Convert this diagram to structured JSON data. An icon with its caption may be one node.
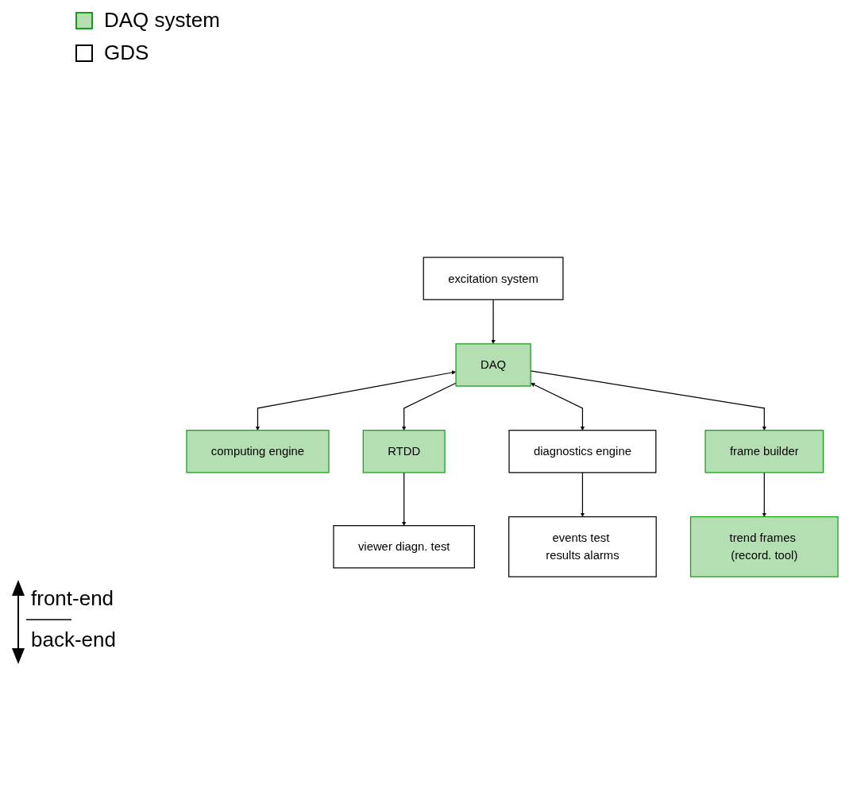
{
  "diagram": {
    "nodes": [
      {
        "text": [
          "excitation system"
        ]
      },
      {
        "text": [
          "DAQ"
        ]
      },
      {
        "text": [
          "computing engine"
        ]
      },
      {
        "text": [
          "RTDD"
        ]
      },
      {
        "text": [
          "diagnostics engine"
        ]
      },
      {
        "text": [
          "frame builder"
        ]
      },
      {
        "text": [
          "viewer diagn. test"
        ]
      },
      {
        "text": [
          "events test results alarms"
        ]
      },
      {
        "text": [
          "trend frames (record. tool)"
        ]
      }
    ],
    "edges": [
      {
        "from": 0,
        "to": 1,
        "arrow": "to"
      },
      {
        "from": 1,
        "to": 2,
        "arrow": "both"
      },
      {
        "from": 1,
        "to": 3,
        "arrow": "to"
      },
      {
        "from": 1,
        "to": 4,
        "arrow": "both"
      },
      {
        "from": 1,
        "to": 5,
        "arrow": "to"
      },
      {
        "from": 3,
        "to": 6,
        "arrow": "to"
      },
      {
        "from": 4,
        "to": 7,
        "arrow": "to"
      },
      {
        "from": 5,
        "to": 8,
        "arrow": "to"
      }
    ],
    "labels": [
      "front-end",
      "back-end"
    ],
    "legend": [
      {
        "text": "DAQ system",
        "color": "#b3dfb3"
      },
      {
        "text": "GDS",
        "color": "#ffffff"
      }
    ]
  }
}
